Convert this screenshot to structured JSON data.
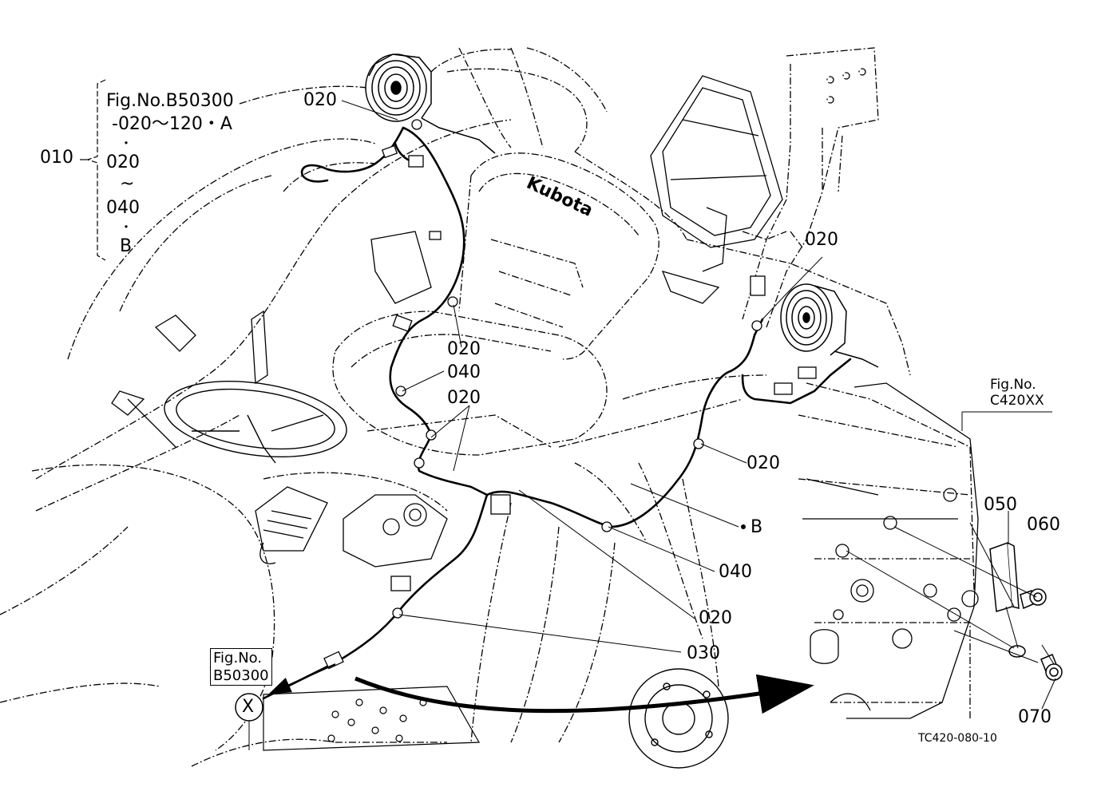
{
  "bracket": {
    "ref": "010",
    "lines": [
      "Fig.No.B50300",
      "-020～120・A",
      "・",
      "020",
      "~",
      "040",
      "・",
      "B"
    ]
  },
  "callouts": {
    "c020_top": "020",
    "c020_right_top": "020",
    "c020_seat": "020",
    "c040_seat": "040",
    "c020_lower_seat": "020",
    "c020_fender": "020",
    "cB": "B",
    "c040_lower": "040",
    "c020_bottom": "020",
    "c030": "030",
    "c050": "050",
    "c060": "060",
    "c070": "070"
  },
  "fig_refs": {
    "right": {
      "label": "Fig.No.",
      "code": "C420XX"
    },
    "left": {
      "label": "Fig.No.",
      "code": "B50300"
    }
  },
  "marker_x": "X",
  "drawing_code": "TC420-080-10",
  "colors": {
    "ink": "#000000",
    "paper": "#ffffff"
  }
}
